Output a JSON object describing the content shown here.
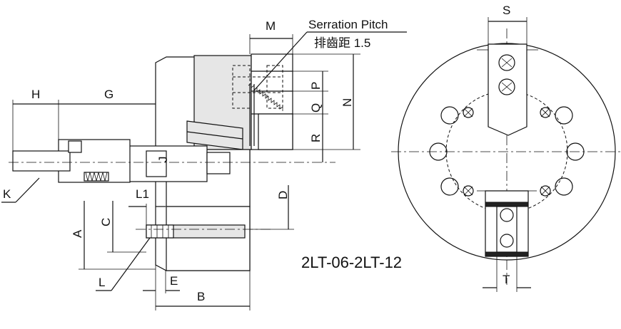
{
  "drawing": {
    "model": "2LT-06-2LT-12",
    "serration_label": "Serration Pitch",
    "serration_value": "排齒距 1.5",
    "dimensions": {
      "S": "S",
      "M": "M",
      "P": "P",
      "Q": "Q",
      "N": "N",
      "R": "R",
      "H": "H",
      "G": "G",
      "J": "J",
      "K": "K",
      "L1": "L1",
      "C": "C",
      "A": "A",
      "D": "D",
      "L": "L",
      "E": "E",
      "B": "B",
      "T": "T"
    }
  }
}
